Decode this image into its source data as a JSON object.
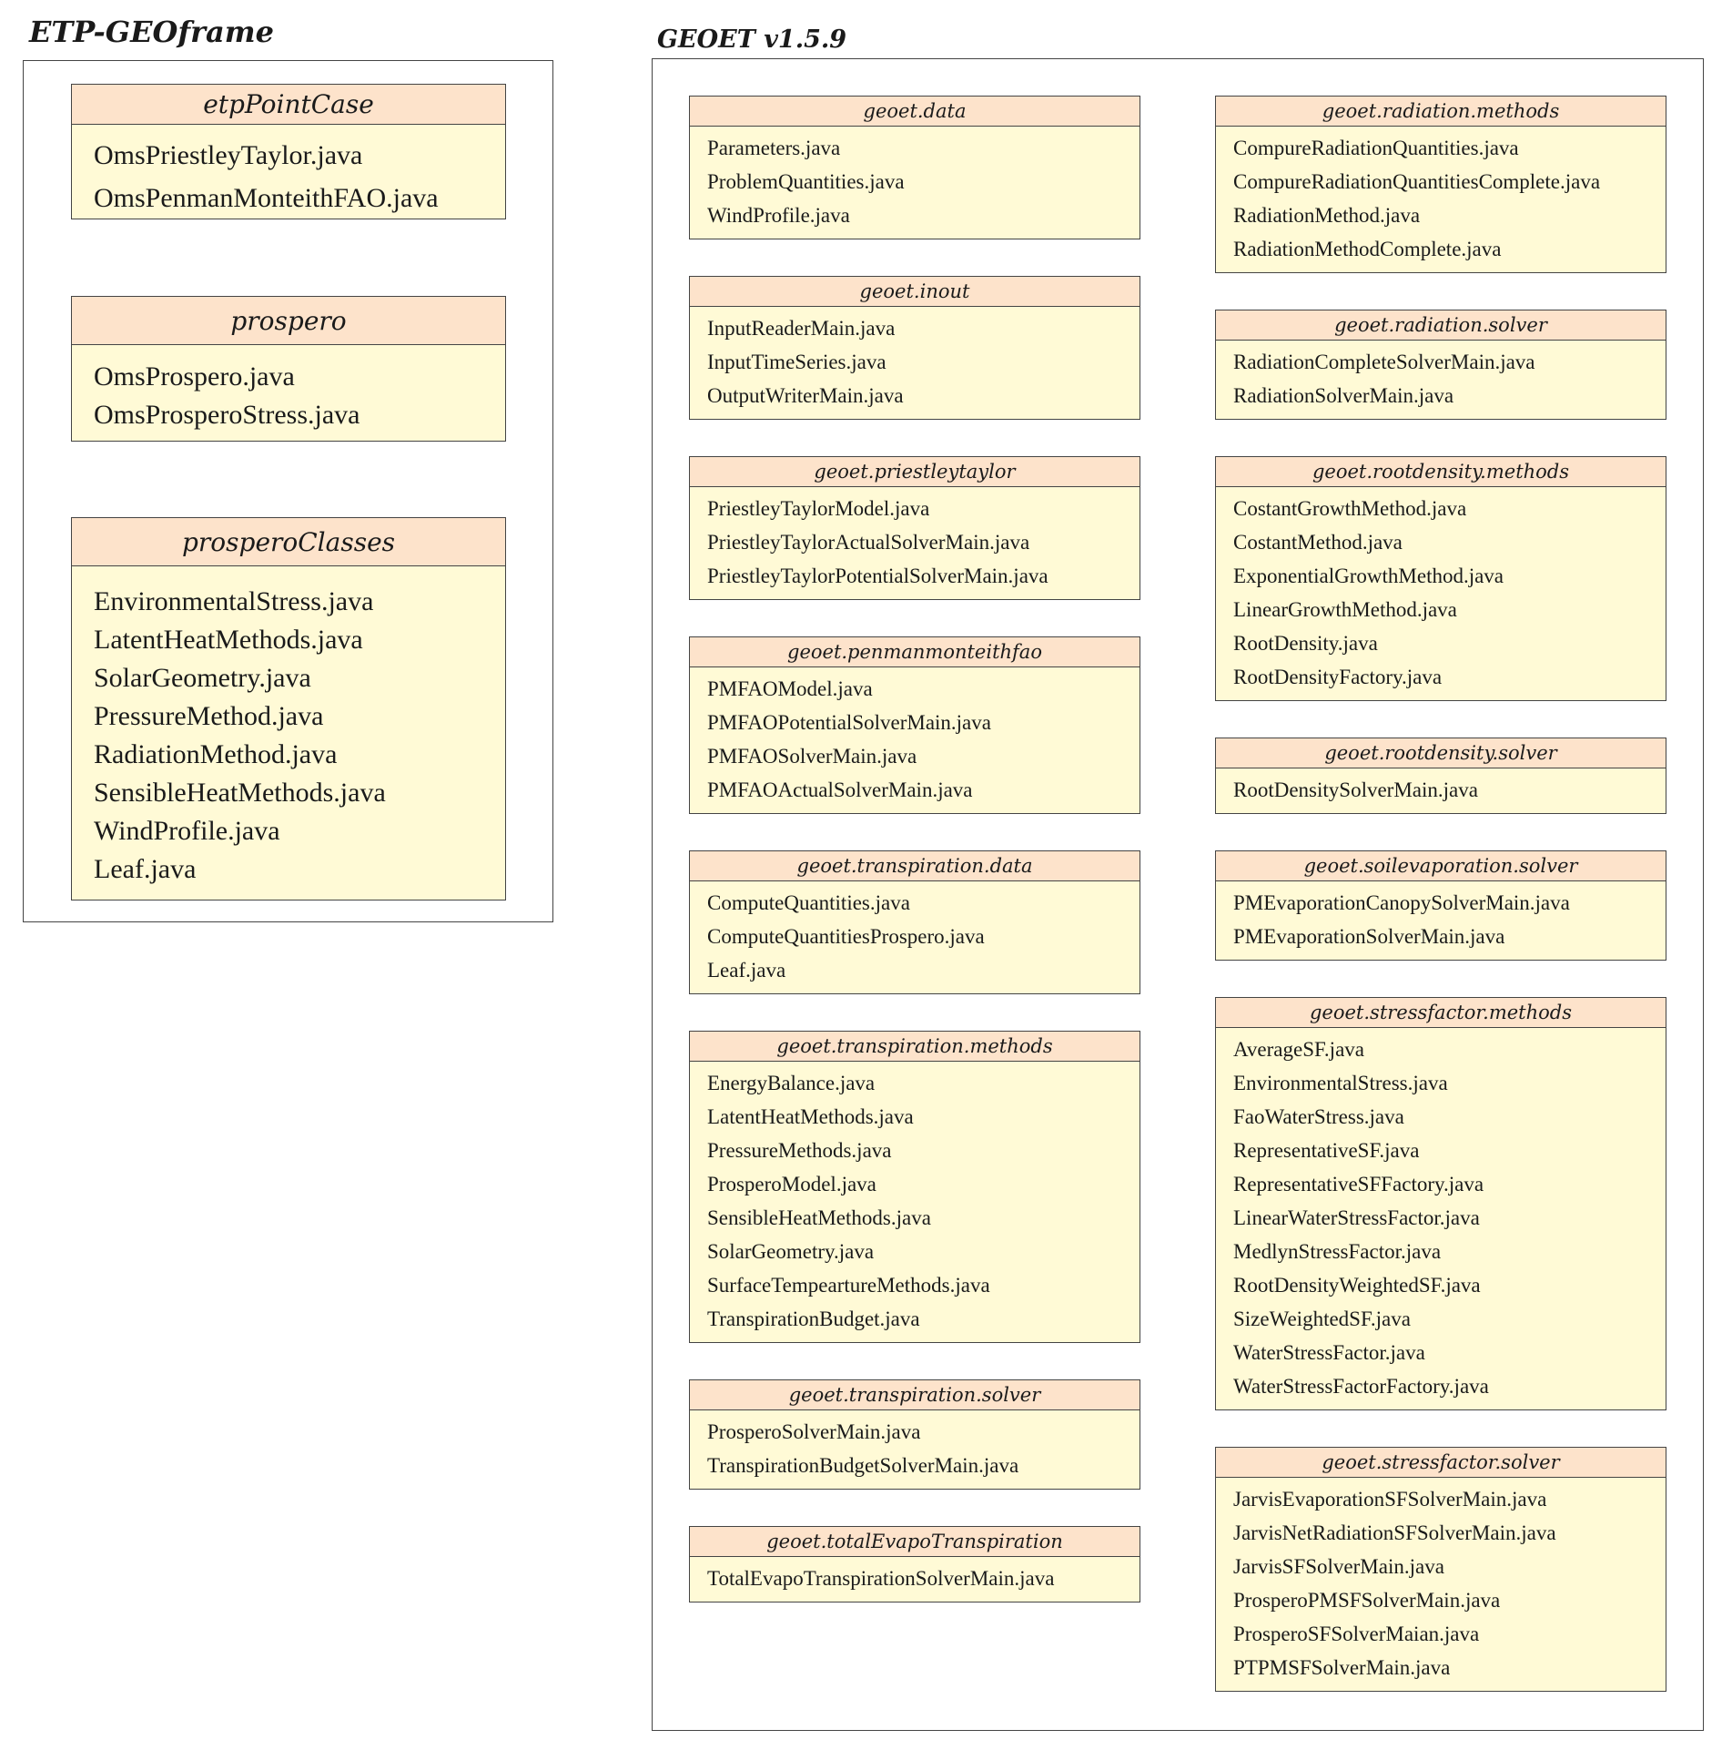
{
  "left_frame": {
    "title": "ETP-GEOframe",
    "packages": [
      {
        "name": "etpPointCase",
        "items": [
          "OmsPriestleyTaylor.java",
          "OmsPenmanMonteithFAO.java"
        ]
      },
      {
        "name": "prospero",
        "items": [
          "OmsProspero.java",
          "OmsProsperoStress.java"
        ]
      },
      {
        "name": "prosperoClasses",
        "items": [
          "EnvironmentalStress.java",
          "LatentHeatMethods.java",
          "SolarGeometry.java",
          "PressureMethod.java",
          "RadiationMethod.java",
          "SensibleHeatMethods.java",
          "WindProfile.java",
          "Leaf.java"
        ]
      }
    ]
  },
  "right_frame": {
    "title": "GEOET v1.5.9",
    "packages": [
      {
        "name": "geoet.data",
        "items": [
          "Parameters.java",
          "ProblemQuantities.java",
          "WindProfile.java"
        ]
      },
      {
        "name": "geoet.inout",
        "items": [
          "InputReaderMain.java",
          "InputTimeSeries.java",
          "OutputWriterMain.java"
        ]
      },
      {
        "name": "geoet.priestleytaylor",
        "items": [
          "PriestleyTaylorModel.java",
          "PriestleyTaylorActualSolverMain.java",
          "PriestleyTaylorPotentialSolverMain.java"
        ]
      },
      {
        "name": "geoet.penmanmonteithfao",
        "items": [
          "PMFAOModel.java",
          "PMFAOPotentialSolverMain.java",
          "PMFAOSolverMain.java",
          "PMFAOActualSolverMain.java"
        ]
      },
      {
        "name": "geoet.transpiration.data",
        "items": [
          "ComputeQuantities.java",
          "ComputeQuantitiesProspero.java",
          "Leaf.java"
        ]
      },
      {
        "name": "geoet.transpiration.methods",
        "items": [
          "EnergyBalance.java",
          "LatentHeatMethods.java",
          "PressureMethods.java",
          "ProsperoModel.java",
          "SensibleHeatMethods.java",
          "SolarGeometry.java",
          "SurfaceTempeartureMethods.java",
          "TranspirationBudget.java"
        ]
      },
      {
        "name": "geoet.transpiration.solver",
        "items": [
          "ProsperoSolverMain.java",
          "TranspirationBudgetSolverMain.java"
        ]
      },
      {
        "name": "geoet.totalEvapoTranspiration",
        "items": [
          "TotalEvapoTranspirationSolverMain.java"
        ]
      },
      {
        "name": "geoet.radiation.methods",
        "items": [
          "CompureRadiationQuantities.java",
          "CompureRadiationQuantitiesComplete.java",
          "RadiationMethod.java",
          "RadiationMethodComplete.java"
        ]
      },
      {
        "name": "geoet.radiation.solver",
        "items": [
          "RadiationCompleteSolverMain.java",
          "RadiationSolverMain.java"
        ]
      },
      {
        "name": "geoet.rootdensity.methods",
        "items": [
          "CostantGrowthMethod.java",
          "CostantMethod.java",
          "ExponentialGrowthMethod.java",
          "LinearGrowthMethod.java",
          "RootDensity.java",
          "RootDensityFactory.java"
        ]
      },
      {
        "name": "geoet.rootdensity.solver",
        "items": [
          "RootDensitySolverMain.java"
        ]
      },
      {
        "name": "geoet.soilevaporation.solver",
        "items": [
          "PMEvaporationCanopySolverMain.java",
          "PMEvaporationSolverMain.java"
        ]
      },
      {
        "name": "geoet.stressfactor.methods",
        "items": [
          "AverageSF.java",
          "EnvironmentalStress.java",
          "FaoWaterStress.java",
          "RepresentativeSF.java",
          "RepresentativeSFFactory.java",
          "LinearWaterStressFactor.java",
          "MedlynStressFactor.java",
          "RootDensityWeightedSF.java",
          "SizeWeightedSF.java",
          "WaterStressFactor.java",
          "WaterStressFactorFactory.java"
        ]
      },
      {
        "name": "geoet.stressfactor.solver",
        "items": [
          "JarvisEvaporationSFSolverMain.java",
          "JarvisNetRadiationSFSolverMain.java",
          "JarvisSFSolverMain.java",
          "ProsperoPMSFSolverMain.java",
          "ProsperoSFSolverMaian.java",
          "PTPMSFSolverMain.java"
        ]
      }
    ]
  }
}
